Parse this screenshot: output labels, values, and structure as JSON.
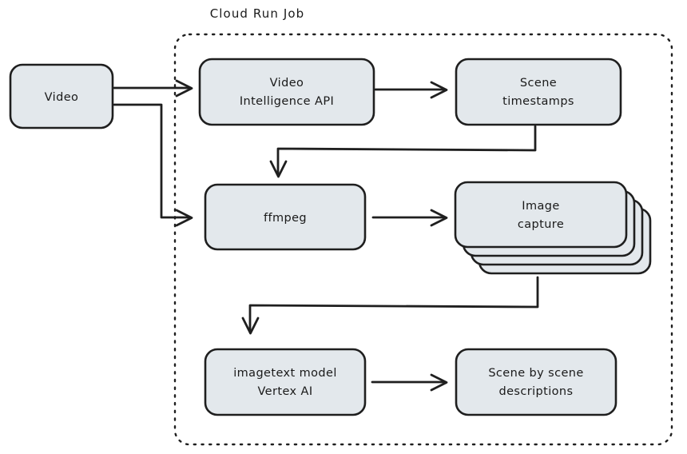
{
  "diagram": {
    "title": "Cloud Run Job",
    "background_color": "#ffffff",
    "node_fill_color": "#e3e8ec",
    "node_stroke_color": "#1f1f1f",
    "connector_color": "#1f1f1f",
    "group_border_style": "dotted",
    "nodes": [
      {
        "id": "video",
        "shape": "rounded-rect",
        "lines": [
          "Video"
        ],
        "inside_group": false
      },
      {
        "id": "video-intelligence-api",
        "shape": "rounded-rect",
        "lines": [
          "Video",
          "Intelligence API"
        ],
        "inside_group": true
      },
      {
        "id": "scene-timestamps",
        "shape": "rounded-rect",
        "lines": [
          "Scene",
          "timestamps"
        ],
        "inside_group": true
      },
      {
        "id": "ffmpeg",
        "shape": "rounded-rect",
        "lines": [
          "ffmpeg"
        ],
        "inside_group": true
      },
      {
        "id": "image-capture",
        "shape": "stacked-rect",
        "stack_count": 4,
        "lines": [
          "Image",
          "capture"
        ],
        "inside_group": true
      },
      {
        "id": "imagetext-model-vertex-ai",
        "shape": "rounded-rect",
        "lines": [
          "imagetext model",
          "Vertex AI"
        ],
        "inside_group": true
      },
      {
        "id": "scene-by-scene-descriptions",
        "shape": "rounded-rect",
        "lines": [
          "Scene by scene",
          "descriptions"
        ],
        "inside_group": true
      }
    ],
    "edges": [
      {
        "from": "video",
        "to": "video-intelligence-api",
        "routing": "straight"
      },
      {
        "from": "video",
        "to": "ffmpeg",
        "routing": "elbow-down"
      },
      {
        "from": "video-intelligence-api",
        "to": "scene-timestamps",
        "routing": "straight"
      },
      {
        "from": "scene-timestamps",
        "to": "ffmpeg",
        "routing": "down-left-down"
      },
      {
        "from": "ffmpeg",
        "to": "image-capture",
        "routing": "straight"
      },
      {
        "from": "image-capture",
        "to": "imagetext-model-vertex-ai",
        "routing": "down-left-down"
      },
      {
        "from": "imagetext-model-vertex-ai",
        "to": "scene-by-scene-descriptions",
        "routing": "straight"
      }
    ]
  }
}
